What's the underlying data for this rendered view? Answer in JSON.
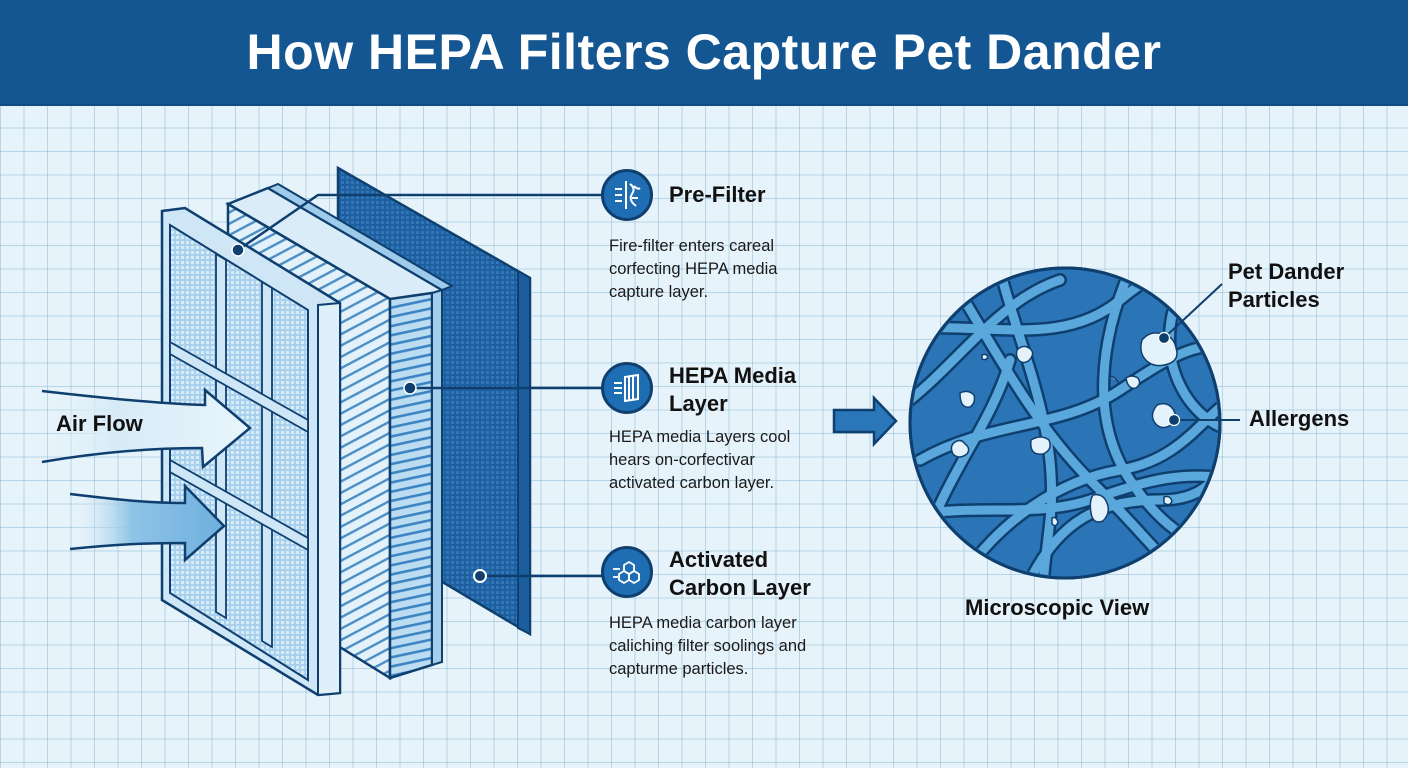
{
  "header": {
    "title": "How HEPA Filters Capture Pet Dander"
  },
  "filter_diagram": {
    "airflow_label": "Air Flow",
    "layers": [
      "pre-filter",
      "hepa-media-layer",
      "activated-carbon-layer"
    ]
  },
  "callouts": [
    {
      "icon": "airflow-filter-icon",
      "title_lines": [
        "Pre-Filter"
      ],
      "desc_lines": [
        "Fire-filter enters careal",
        "corfecting HEPA media",
        "capture layer."
      ]
    },
    {
      "icon": "pleated-media-icon",
      "title_lines": [
        "HEPA Media",
        "Layer"
      ],
      "desc_lines": [
        "HEPA media Layers cool",
        "hears on-corfectivar",
        "activated carbon layer."
      ]
    },
    {
      "icon": "hexagon-molecule-icon",
      "title_lines": [
        "Activated",
        "Carbon Layer"
      ],
      "desc_lines": [
        "HEPA media carbon layer",
        "caliching filter soolings and",
        "capturme particles."
      ]
    }
  ],
  "microscope": {
    "caption": "Microscopic View",
    "label_dander_lines": [
      "Pet Dander",
      "Particles"
    ],
    "label_allergens": "Allergens"
  },
  "colors": {
    "header_bg": "#135691",
    "background": "#e7f3fa",
    "grid": "#8cbad4",
    "accent_blue": "#1f6db3",
    "dark_navy": "#0f3f6e",
    "fiber_blue": "#5aa7dc"
  }
}
